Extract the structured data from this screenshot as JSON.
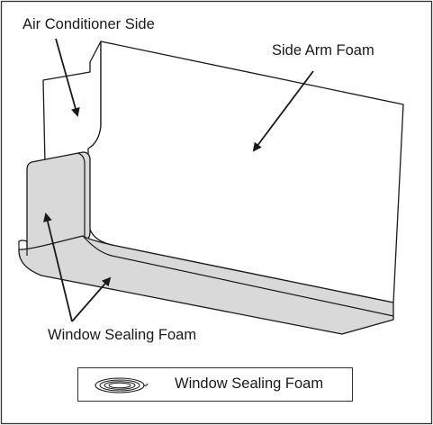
{
  "labels": {
    "air_conditioner_side": "Air Conditioner Side",
    "side_arm_foam": "Side Arm Foam",
    "window_sealing_foam": "Window Sealing Foam"
  },
  "legend": {
    "text": "Window Sealing Foam",
    "icon": "foam-roll-icon"
  },
  "colors": {
    "stroke": "#1a1a1a",
    "foam_face": "#ffffff",
    "sealing_foam_shade": "#d9d9d9"
  }
}
